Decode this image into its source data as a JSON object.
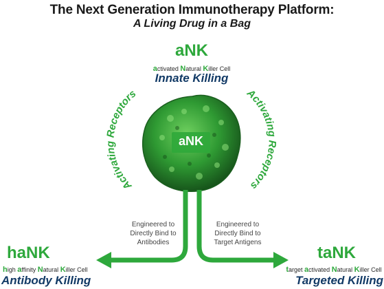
{
  "header": {
    "title": "The Next Generation Immunotherapy Platform:",
    "subtitle": "A Living Drug in a Bag"
  },
  "top": {
    "name": "aNK",
    "acronym": [
      "a",
      "ctivated ",
      "N",
      "atural ",
      "K",
      "iller Cell"
    ],
    "killing": "Innate Killing"
  },
  "cell": {
    "label": "aNK"
  },
  "receptors": {
    "left": "Activating Receptors",
    "right": "Activating Receptors"
  },
  "left_branch": {
    "engineered": [
      "Engineered to",
      "Directly Bind to",
      "Antibodies"
    ],
    "name": "haNK",
    "acronym": [
      "h",
      "igh ",
      "a",
      "ffinity ",
      "N",
      "atural ",
      "K",
      "iller Cell"
    ],
    "killing": "Antibody Killing"
  },
  "right_branch": {
    "engineered": [
      "Engineered to",
      "Directly Bind to",
      "Target Antigens"
    ],
    "name": "taNK",
    "acronym": [
      "t",
      "arget ",
      "a",
      "ctivated ",
      "N",
      "atural ",
      "K",
      "iller Cell"
    ],
    "killing": "Targeted Killing"
  },
  "colors": {
    "green": "#2ea83c",
    "navy": "#123a66",
    "cell_dark": "#1f6a23",
    "cell_light": "#4fc24a"
  }
}
